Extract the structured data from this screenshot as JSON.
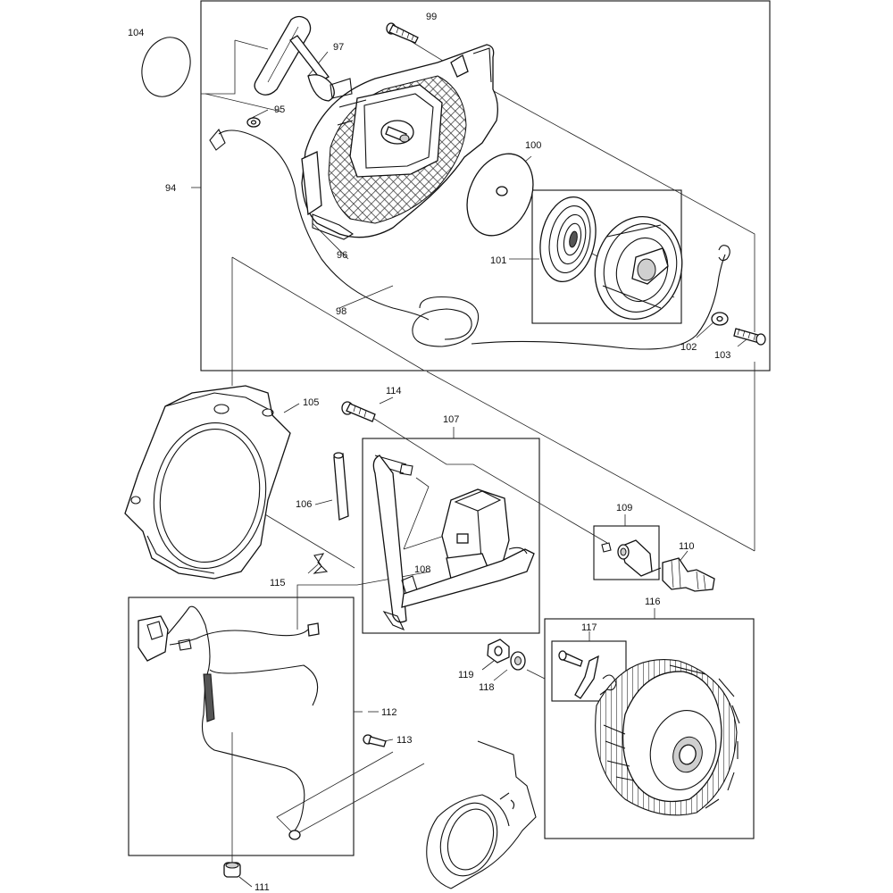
{
  "diagram": {
    "labels": {
      "l94": "94",
      "l95": "95",
      "l96": "96",
      "l97": "97",
      "l98": "98",
      "l99": "99",
      "l100": "100",
      "l101": "101",
      "l102": "102",
      "l103": "103",
      "l104": "104",
      "l105": "105",
      "l106": "106",
      "l107": "107",
      "l108": "108",
      "l109": "109",
      "l110": "110",
      "l111": "111",
      "l112": "112",
      "l113": "113",
      "l114": "114",
      "l115": "115",
      "l116": "116",
      "l117": "117",
      "l118": "118",
      "l119": "119"
    }
  }
}
